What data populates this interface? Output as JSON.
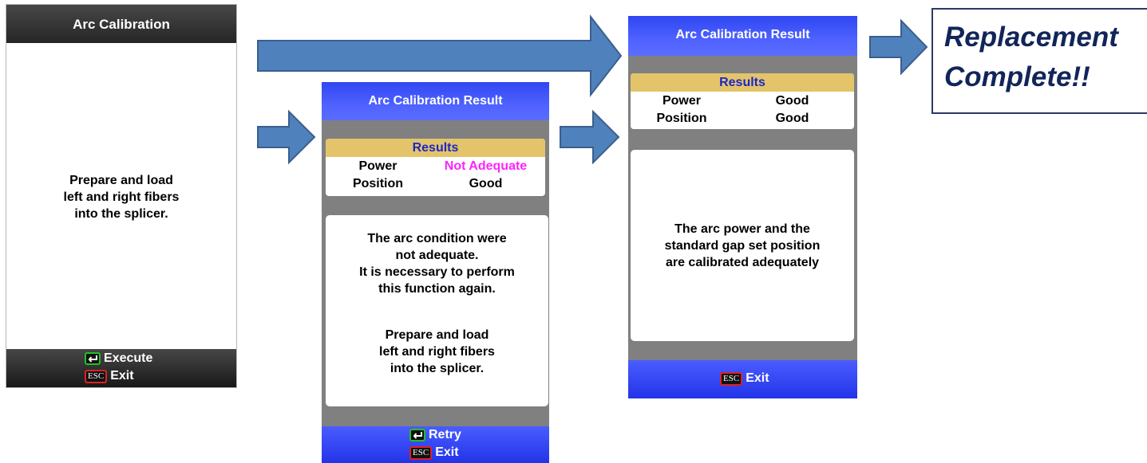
{
  "screen1": {
    "title": "Arc Calibration",
    "message": [
      "Prepare and load",
      "left and right fibers",
      "into the splicer."
    ],
    "footer": {
      "enter_label": "Execute",
      "esc_key": "ESC",
      "esc_label": "Exit"
    }
  },
  "screen2": {
    "title": "Arc Calibration Result",
    "results_header": "Results",
    "rows": [
      {
        "label": "Power",
        "value": "Not Adequate"
      },
      {
        "label": "Position",
        "value": "Good"
      }
    ],
    "message_a": [
      "The arc condition were",
      "not adequate.",
      "It is necessary to perform",
      "this function again."
    ],
    "message_b": [
      "Prepare and load",
      "left and right fibers",
      "into the splicer."
    ],
    "footer": {
      "enter_label": "Retry",
      "esc_key": "ESC",
      "esc_label": "Exit"
    }
  },
  "screen3": {
    "title": "Arc Calibration Result",
    "results_header": "Results",
    "rows": [
      {
        "label": "Power",
        "value": "Good"
      },
      {
        "label": "Position",
        "value": "Good"
      }
    ],
    "message": [
      "The arc power and the",
      "standard gap set position",
      "are calibrated adequately"
    ],
    "footer": {
      "esc_key": "ESC",
      "esc_label": "Exit"
    }
  },
  "completion": {
    "line1": "Replacement",
    "line2": "Complete!!"
  },
  "colors": {
    "arrow_fill": "#4f81bd",
    "arrow_stroke": "#3a5f8c",
    "title_blue": "#3b50f6",
    "results_header_bg": "#e3c46a",
    "not_adequate": "#ff22ff"
  },
  "icons": {
    "enter": "enter-key-icon",
    "esc": "esc-key-icon",
    "arrow": "right-arrow"
  }
}
